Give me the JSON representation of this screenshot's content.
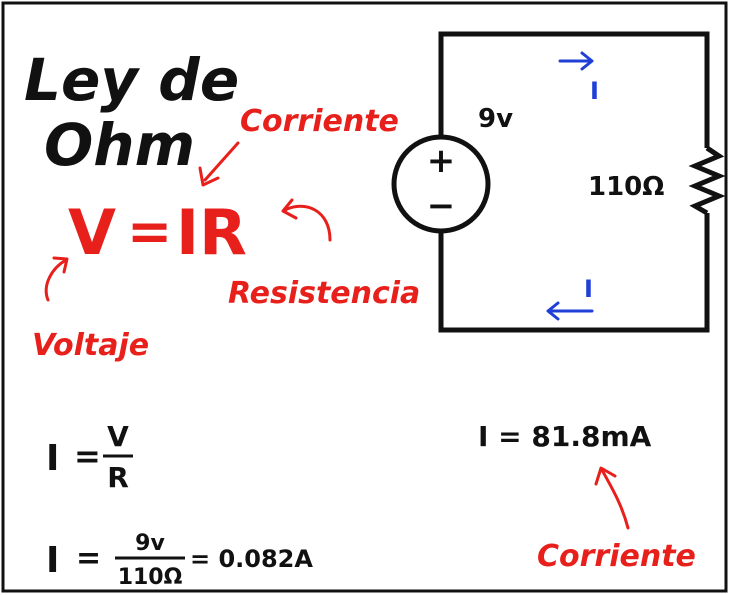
{
  "title_line1": "Ley de",
  "title_line2": "Ohm",
  "formula": {
    "v": "V",
    "equals": "=",
    "ir": "IR"
  },
  "labels": {
    "corriente_top": "Corriente",
    "resistencia": "Resistencia",
    "voltaje": "Voltaje",
    "corriente_bottom": "Corriente"
  },
  "circuit": {
    "source_voltage": "9v",
    "source_plus": "+",
    "source_minus": "−",
    "resistance": "110Ω",
    "current_top": "I",
    "current_bottom": "I"
  },
  "equations": {
    "ohm_i": "I",
    "ohm_eq": "=",
    "ohm_num": "V",
    "ohm_den": "R",
    "calc_i": "I",
    "calc_eq": "=",
    "calc_num": "9v",
    "calc_den": "110Ω",
    "calc_result": "= 0.082A",
    "result_text": "I = 81.8mA"
  },
  "colors": {
    "red": "#e8201c",
    "blue": "#1f3fd6",
    "black": "#111111"
  }
}
